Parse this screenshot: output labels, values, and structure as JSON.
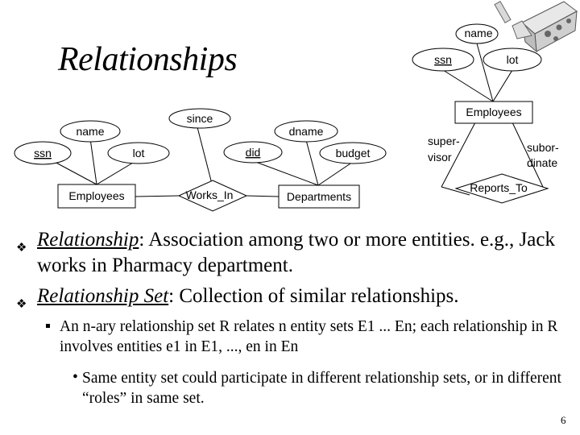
{
  "title": "Relationships",
  "diagram": {
    "left": {
      "attributes": {
        "name": "name",
        "ssn": "ssn",
        "lot": "lot",
        "since": "since",
        "did": "did",
        "dname": "dname",
        "budget": "budget"
      },
      "entity_employees": "Employees",
      "relationship": "Works_In",
      "entity_departments": "Departments"
    },
    "right": {
      "attr_name": "name",
      "attr_ssn": "ssn",
      "attr_lot": "lot",
      "entity": "Employees",
      "role_supervisor_1": "super-",
      "role_supervisor_2": "visor",
      "role_subordinate_1": "subor-",
      "role_subordinate_2": "dinate",
      "relationship": "Reports_To"
    }
  },
  "bullets": {
    "b1_term": "Relationship",
    "b1_text": ":  Association among two or more entities.  e.g., Jack works in Pharmacy department.",
    "b2_term": "Relationship Set",
    "b2_text": ":  Collection of similar relationships.",
    "sub1": "An n-ary relationship set  R relates n entity sets E1 ... En; each relationship in R involves entities e1 in E1, ..., en in En",
    "sub2": "Same entity set could participate in different relationship sets, or in different “roles” in same set."
  },
  "page_number": "6",
  "icons": {
    "bullet": "diamond-bullet-icon",
    "logo": "database-cheese-logo-icon"
  }
}
